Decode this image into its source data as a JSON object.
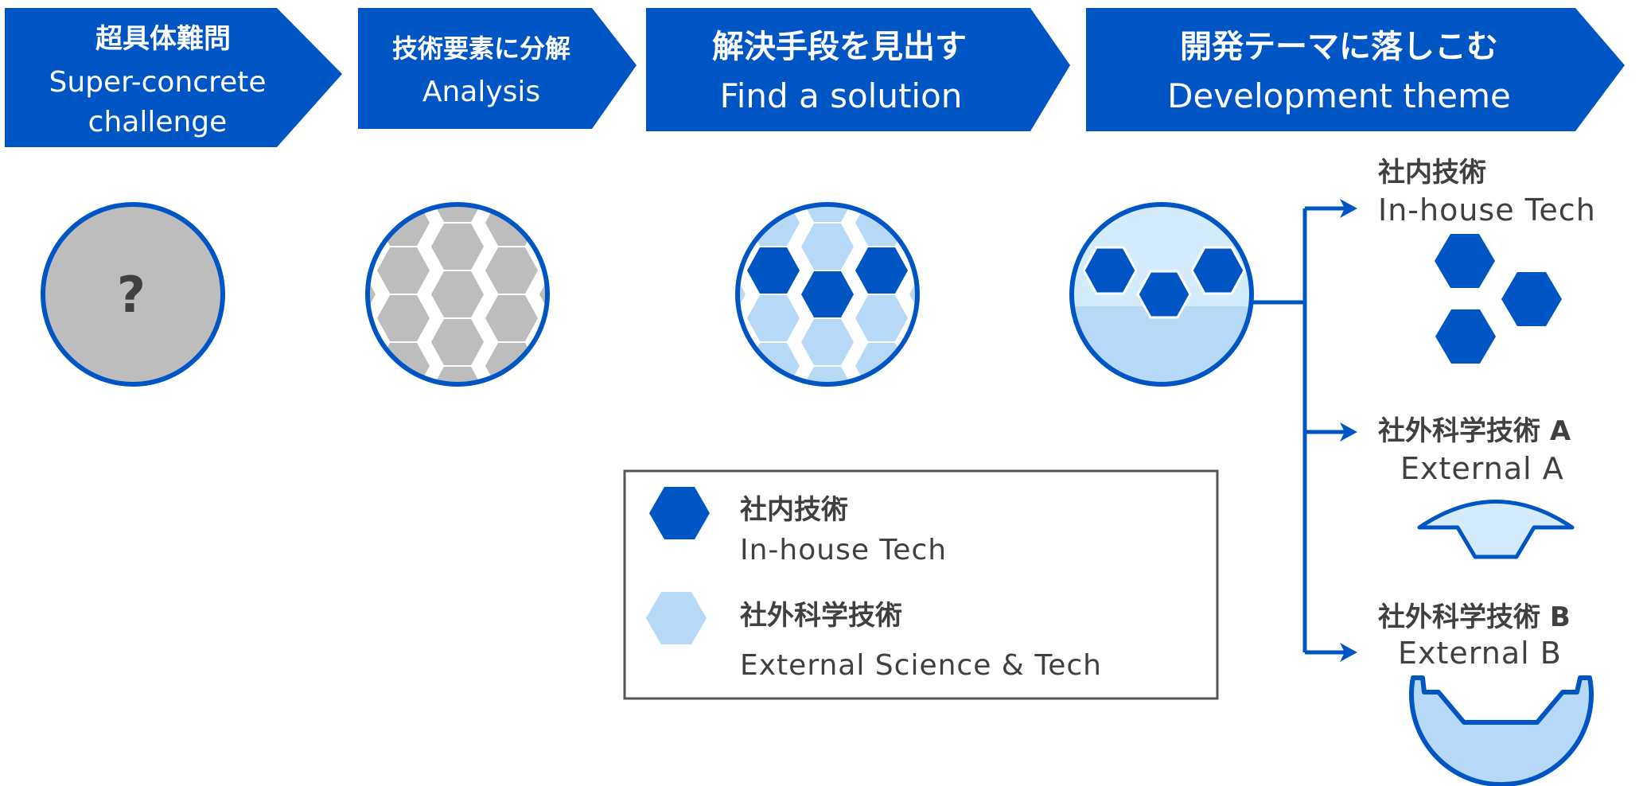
{
  "colors": {
    "primary_blue": "#0055C4",
    "light_blue": "#B6D9F7",
    "pale_blue": "#D3EBFB",
    "gray": "#BDBDBD",
    "text_dark": "#404040",
    "border_gray": "#555555"
  },
  "steps": [
    {
      "title": "超具体難問",
      "subtitle_line1": "Super-concrete",
      "subtitle_line2": "challenge"
    },
    {
      "title": "技術要素に分解",
      "subtitle_line1": "Analysis"
    },
    {
      "title": "解決手段を見出す",
      "subtitle_line1": "Find a solution"
    },
    {
      "title": "開発テーマに落しこむ",
      "subtitle_line1": "Development theme"
    }
  ],
  "question_mark": "?",
  "legend": {
    "inhouse_jp": "社内技術",
    "inhouse_en": "In-house Tech",
    "external_jp": "社外科学技術",
    "external_en": "External Science & Tech"
  },
  "outputs": [
    {
      "jp": "社内技術",
      "en": "In-house Tech"
    },
    {
      "jp": "社外科学技術 A",
      "en": "External A"
    },
    {
      "jp": "社外科学技術 B",
      "en": "External B"
    }
  ]
}
